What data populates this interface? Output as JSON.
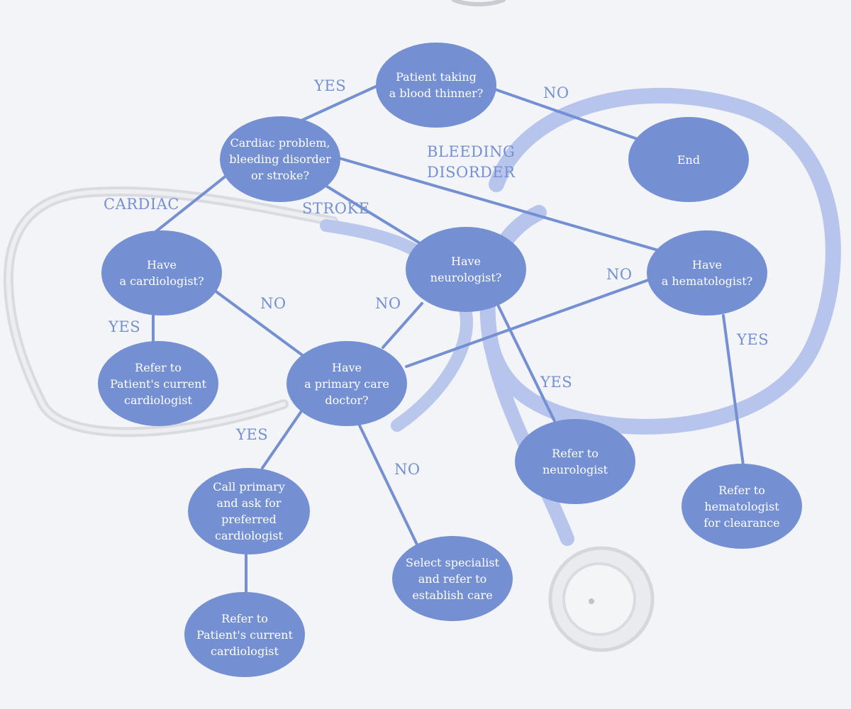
{
  "diagram": {
    "nodes": {
      "blood_thinner": "Patient taking\na blood thinner?",
      "end": "End",
      "condition": "Cardiac problem,\nbleeding disorder\nor stroke?",
      "cardiologist_q": "Have\na cardiologist?",
      "neurologist_q": "Have\nneurologist?",
      "hematologist_q": "Have\na hematologist?",
      "refer_current_cardiologist_1": "Refer to\nPatient's current\ncardiologist",
      "primary_care_q": "Have\na primary care\ndoctor?",
      "refer_neurologist": "Refer to\nneurologist",
      "refer_hematologist": "Refer to\nhematologist\nfor clearance",
      "call_primary": "Call primary\nand ask for\npreferred\ncardiologist",
      "select_specialist": "Select specialist\nand refer to\nestablish care",
      "refer_current_cardiologist_2": "Refer to\nPatient's current\ncardiologist"
    },
    "edge_labels": {
      "thinner_yes": "YES",
      "thinner_no": "NO",
      "bleeding_disorder": "BLEEDING\nDISORDER",
      "cardiac": "CARDIAC",
      "stroke": "STROKE",
      "cardiologist_no": "NO",
      "neurologist_no": "NO",
      "hematologist_no": "NO",
      "cardiologist_yes": "YES",
      "hematologist_yes": "YES",
      "neurologist_yes": "YES",
      "primary_yes": "YES",
      "primary_no": "NO"
    }
  },
  "colors": {
    "node_fill": "#7490d2",
    "node_text": "#ffffff",
    "edge": "#7490d2",
    "background": "#f3f4f7"
  }
}
